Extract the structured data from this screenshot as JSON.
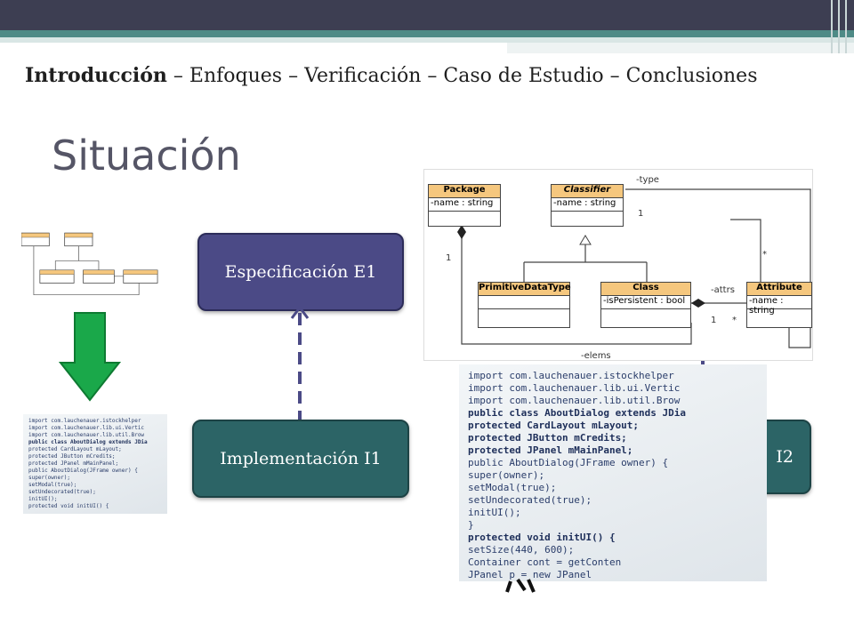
{
  "breadcrumb": {
    "current": "Introducción",
    "rest": " – Enfoques – Verificación – Caso de Estudio – Conclusiones"
  },
  "title": "Situación",
  "nodes": {
    "spec": "Especificación E1",
    "impl1": "Implementación I1",
    "impl2": "I2"
  },
  "uml": {
    "package": "Package",
    "package_attr": "-name : string",
    "classifier": "Classifier",
    "classifier_attr": "-name : string",
    "primitive": "PrimitiveDataType",
    "class": "Class",
    "class_attr": "-isPersistent : bool",
    "attribute": "Attribute",
    "attribute_attr": "-name : string",
    "type_label": "-type",
    "attrs_label": "-attrs",
    "elems_label": "-elems",
    "one": "1",
    "star": "*"
  },
  "code": [
    "import com.lauchenauer.istockhelper",
    "import com.lauchenauer.lib.ui.Vertic",
    "import com.lauchenauer.lib.util.Brow",
    "public class AboutDialog extends JDia",
    "  protected CardLayout mLayout;",
    "  protected JButton mCredits;",
    "  protected JPanel mMainPanel;",
    "  public AboutDialog(JFrame owner) {",
    "    super(owner);",
    "    setModal(true);",
    "    setUndecorated(true);",
    "    initUI();",
    "  }",
    "  protected void initUI() {",
    "    setSize(440, 600);",
    "    Container cont = getConten",
    "    JPanel p = new JPanel"
  ],
  "colors": {
    "spec": "#4b4a86",
    "impl": "#2c6466",
    "arrow_green": "#1aa84a",
    "dash": "#4b4a86"
  }
}
